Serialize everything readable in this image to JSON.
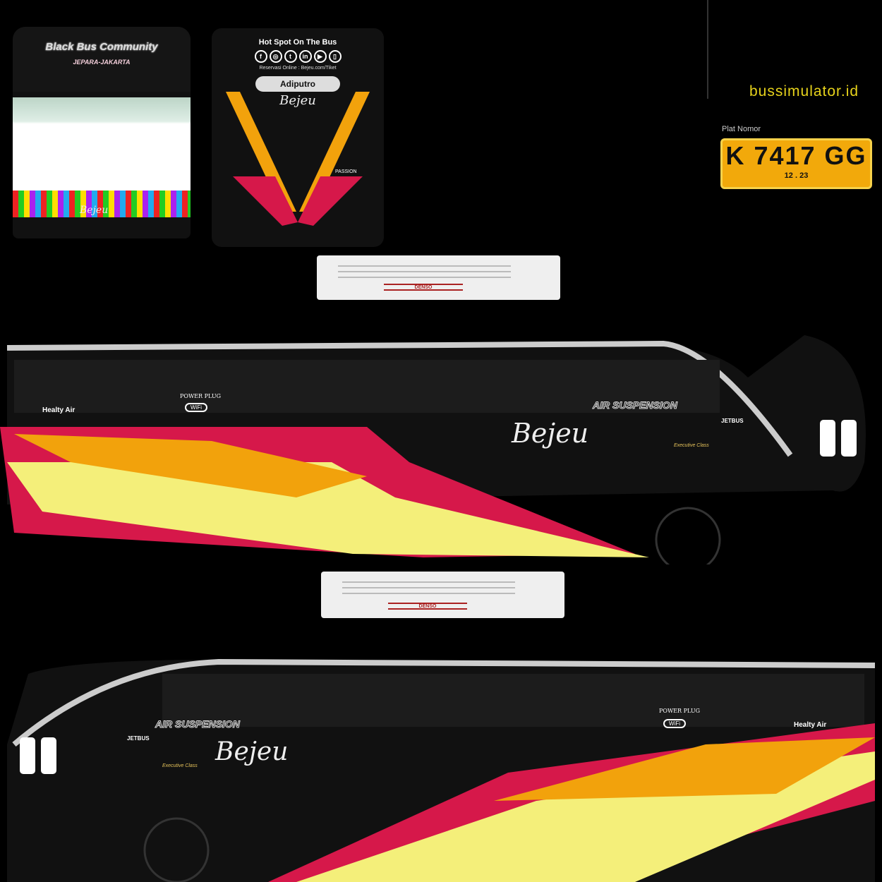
{
  "front": {
    "title": "Black Bus Community",
    "route": "JEPARA-JAKARTA",
    "brand": "Bejeu"
  },
  "rear": {
    "hotspot": "Hot Spot On The Bus",
    "social_icons": [
      "facebook-icon",
      "instagram-icon",
      "twitter-icon",
      "linkedin-icon",
      "youtube-icon",
      "phone-icon"
    ],
    "reservation": "Reservasi Online : Bejeu.com/Tiket",
    "builder": "Adiputro",
    "brand": "Bejeu",
    "badge": "PASSION"
  },
  "watermark": "bussimulator.id",
  "plate": {
    "label": "Plat Nomor",
    "number": "K  7417  GG",
    "expiry": "12 . 23",
    "color": "#f2a90b"
  },
  "door": {
    "brand": "DENSO"
  },
  "side": {
    "healthy_air": "Healty  Air",
    "power_plug": "POWER PLUG",
    "wifi": "WiFi",
    "air_suspension": "AIR SUSPENSION",
    "chassis": "JETBUS",
    "brand": "Bejeu",
    "club": "Executive Class"
  },
  "colors": {
    "background": "#000000",
    "stripe_red": "#d6184a",
    "stripe_yellow": "#f4ef7a",
    "stripe_orange": "#f2a20c",
    "body": "#111111"
  }
}
